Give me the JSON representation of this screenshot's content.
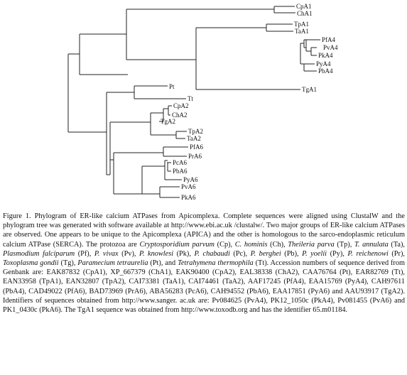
{
  "figure": {
    "taxa": [
      {
        "id": "CpA1",
        "label": "CpA1"
      },
      {
        "id": "ChA1",
        "label": "ChA1"
      },
      {
        "id": "TpA1",
        "label": "TpA1"
      },
      {
        "id": "TaA1",
        "label": "TaA1"
      },
      {
        "id": "PfA4",
        "label": "PfA4"
      },
      {
        "id": "PvA4",
        "label": "PvA4"
      },
      {
        "id": "PkA4",
        "label": "PkA4"
      },
      {
        "id": "PyA4",
        "label": "PyA4"
      },
      {
        "id": "PbA4",
        "label": "PbA4"
      },
      {
        "id": "TgA1",
        "label": "TgA1"
      },
      {
        "id": "Pt",
        "label": "Pt"
      },
      {
        "id": "Tt",
        "label": "Tt"
      },
      {
        "id": "CpA2",
        "label": "CpA2"
      },
      {
        "id": "ChA2",
        "label": "ChA2"
      },
      {
        "id": "TgA2",
        "label": "TgA2"
      },
      {
        "id": "TpA2",
        "label": "TpA2"
      },
      {
        "id": "TaA2",
        "label": "TaA2"
      },
      {
        "id": "PfA6",
        "label": "PfA6"
      },
      {
        "id": "PrA6",
        "label": "PrA6"
      },
      {
        "id": "PcA6",
        "label": "PcA6"
      },
      {
        "id": "PbA6",
        "label": "PbA6"
      },
      {
        "id": "PyA6",
        "label": "PyA6"
      },
      {
        "id": "PvA6",
        "label": "PvA6"
      },
      {
        "id": "PkA6",
        "label": "PkA6"
      }
    ]
  },
  "caption": {
    "p01": "Figure 1. Phylogram of ER-like calcium ATPases from Apicomplexa. Complete sequences were aligned using ClustalW and the phylogram tree was generated with software available at http://www.ebi.ac.uk /clustalw/. Two major groups of ER-like calcium ATPases are observed. One appears to be unique to the Apicomplexa (APICA) and the other is homologous to the sarco-endoplasmic reticulum calcium ATPase (SERCA). The protozoa are ",
    "i01": "Cryptosporidium parvum",
    "p02": " (Cp), ",
    "i02": "C. hominis",
    "p03": " (Ch), ",
    "i03": "Theileria parva",
    "p04": " (Tp), ",
    "i04": "T. annulata",
    "p05": " (Ta), ",
    "i05": "Plasmodium falciparum",
    "p06": " (Pf), ",
    "i06": "P. vivax",
    "p07": " (Pv), ",
    "i07": "P. knowlesi",
    "p08": " (Pk), ",
    "i08": "P. chabaudi",
    "p09": " (Pc), ",
    "i09": "P. berghei",
    "p10": " (Pb), ",
    "i10": "P. yoelii",
    "p11": " (Py), ",
    "i11": "P. reichenowi",
    "p12": " (Pr), ",
    "i12": "Toxoplasma gondii",
    "p13": " (Tg), ",
    "i13": "Paramecium tetraurelia",
    "p14": " (Pt), and ",
    "i14": "Tetrahymena thermophila",
    "p15": " (Tt). Accession numbers of sequence derived from Genbank are: EAK87832 (CpA1), XP_667379 (ChA1), EAK90400 (CpA2), EAL38338 (ChA2), CAA76764 (Pt), EAR82769 (Tt), EAN33958 (TpA1), EAN32807 (TpA2), CAI73381 (TaA1), CAI74461 (TaA2), AAF17245 (PfA4), EAA15769 (PyA4), CAH97611 (PbA4), CAD49022 (PfA6), BAD73969 (PrA6), ABA56283 (PcA6), CAH94552 (PbA6), EAA17851 (PyA6) and AAU93917 (TgA2). Identifiers of sequences obtained from http://www.sanger. ac.uk are: Pv084625 (PvA4), PK12_1050c (PkA4), Pv081455 (PvA6) and PK1_0430c (PkA6). The TgA1 sequence was obtained from http://www.toxodb.org and has the identifier 65.m01184."
  }
}
